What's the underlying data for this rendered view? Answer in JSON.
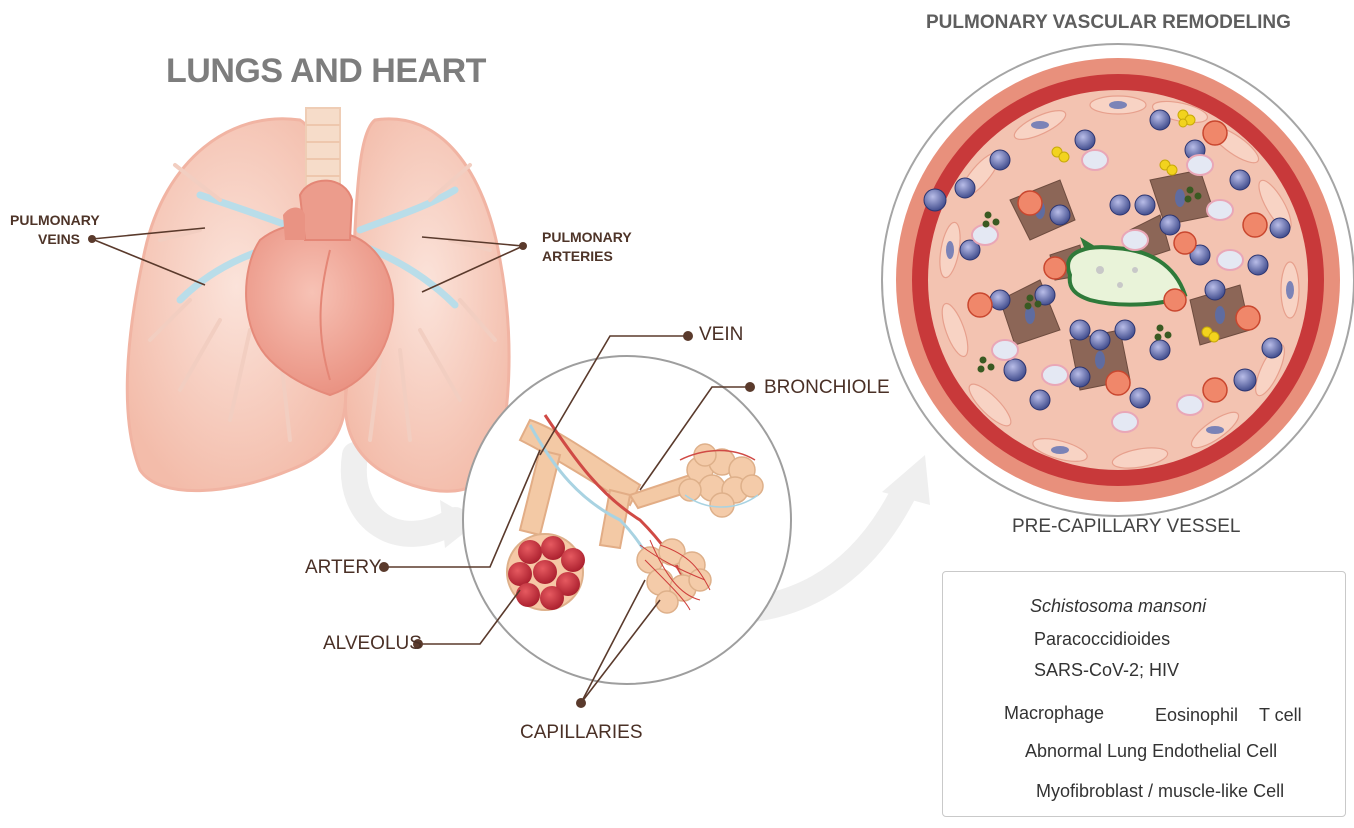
{
  "titles": {
    "main": "LUNGS AND HEART",
    "right": "PULMONARY VASCULAR REMODELING"
  },
  "labels": {
    "pulmonary_veins_1": "PULMONARY",
    "pulmonary_veins_2": "VEINS",
    "pulmonary_arteries_1": "PULMONARY",
    "pulmonary_arteries_2": "ARTERIES",
    "vein": "VEIN",
    "bronchiole": "BRONCHIOLE",
    "artery": "ARTERY",
    "alveolus": "ALVEOLUS",
    "capillaries": "CAPILLARIES"
  },
  "caption": "PRE-CAPILLARY VESSEL",
  "legend": {
    "schistosoma": "Schistosoma mansoni",
    "paracoccidioides": "Paracoccidioides",
    "virus": "SARS-CoV-2; HIV",
    "macrophage": "Macrophage",
    "eosinophil": "Eosinophil",
    "tcell": "T cell",
    "endothelial": "Abnormal Lung Endothelial Cell",
    "myofibroblast": "Myofibroblast / muscle-like Cell"
  },
  "colors": {
    "lung": "#f4c2b4",
    "heart": "#f0a79a",
    "vessel_blue": "#b5dcea",
    "vessel_red": "#d8504a",
    "alveolus_red": "#c8303c",
    "bronchiole_tan": "#f3c9a5",
    "outer_ring": "#c23c36",
    "tissue_pink": "#f5c3b2",
    "endothelial_brown": "#8b6556",
    "tcell_blue": "#3d4a8a",
    "eosinophil_orange": "#e0593a",
    "paracoccidioides_yellow": "#f2d31e",
    "virus_green": "#3a5a22",
    "schistosoma_green": "#2f7a3a",
    "text_brown": "#4e3428"
  }
}
